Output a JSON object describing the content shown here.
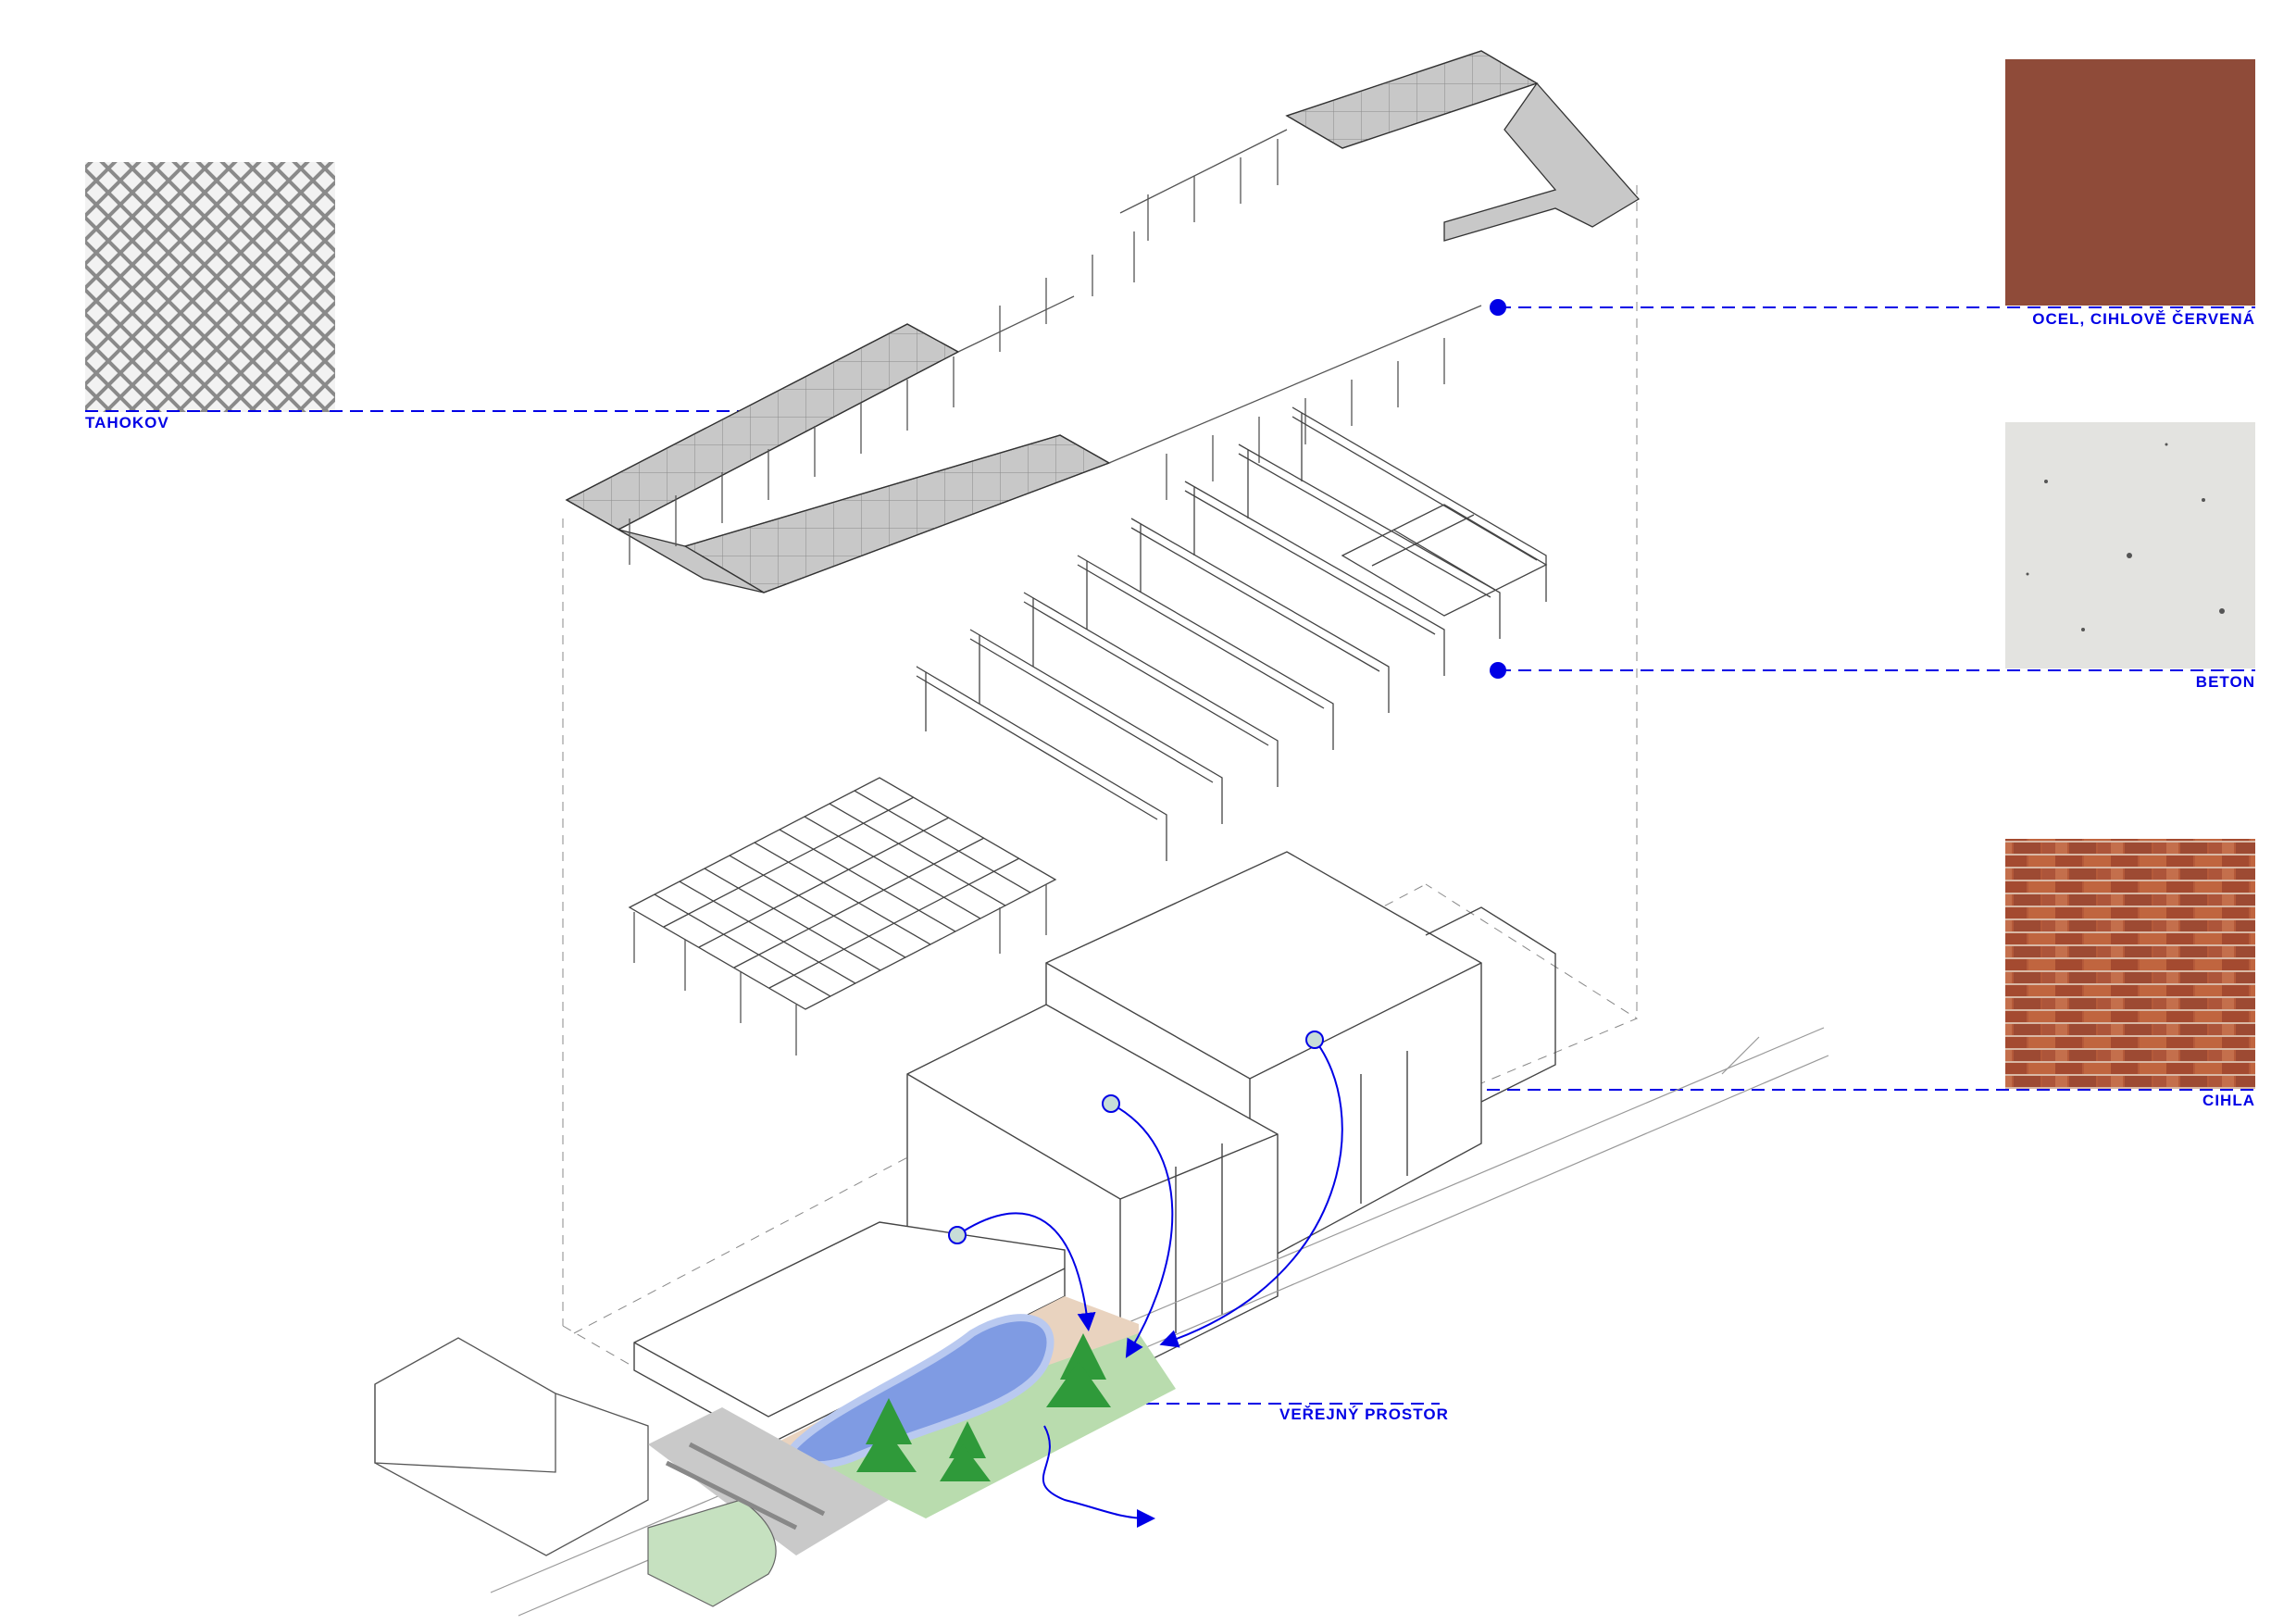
{
  "labels": {
    "tahokov": "TAHOKOV",
    "ocel": "OCEL, CIHLOVĚ ČERVENÁ",
    "beton": "BETON",
    "cihla": "CIHLA",
    "verejny_prostor": "VEŘEJNÝ PROSTOR"
  },
  "colors": {
    "accent": "#0000e6",
    "line": "#444444",
    "ocel": "#8f4b39",
    "beton": "#e3e3e0",
    "cihla": "#b55a3a",
    "water": "#7f9be3",
    "greenery": "#b9dcae",
    "trees": "#2f9a3a",
    "paving": "#c9c9c9",
    "sand": "#e9d3bf",
    "mesh": "#bbbbbb"
  }
}
